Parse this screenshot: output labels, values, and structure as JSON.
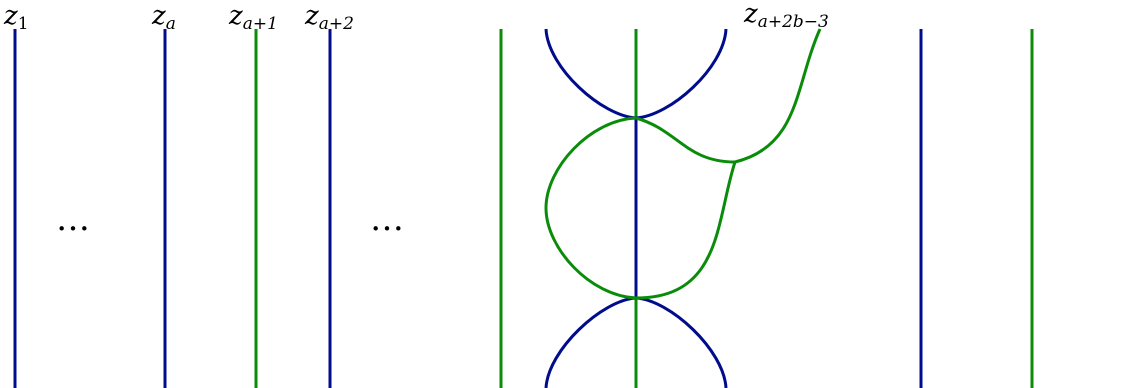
{
  "colors": {
    "blue": "#000c8c",
    "green": "#0a8c0a",
    "background": "#ffffff",
    "text": "#000000"
  },
  "labels": {
    "z1": {
      "base": "z",
      "sub": "1"
    },
    "za": {
      "base": "z",
      "sub": "a"
    },
    "za1": {
      "base": "z",
      "sub": "a+1"
    },
    "za2": {
      "base": "z",
      "sub": "a+2"
    },
    "za2b3": {
      "base": "z",
      "sub": "a+2b−3"
    }
  },
  "ellipsis": "…"
}
